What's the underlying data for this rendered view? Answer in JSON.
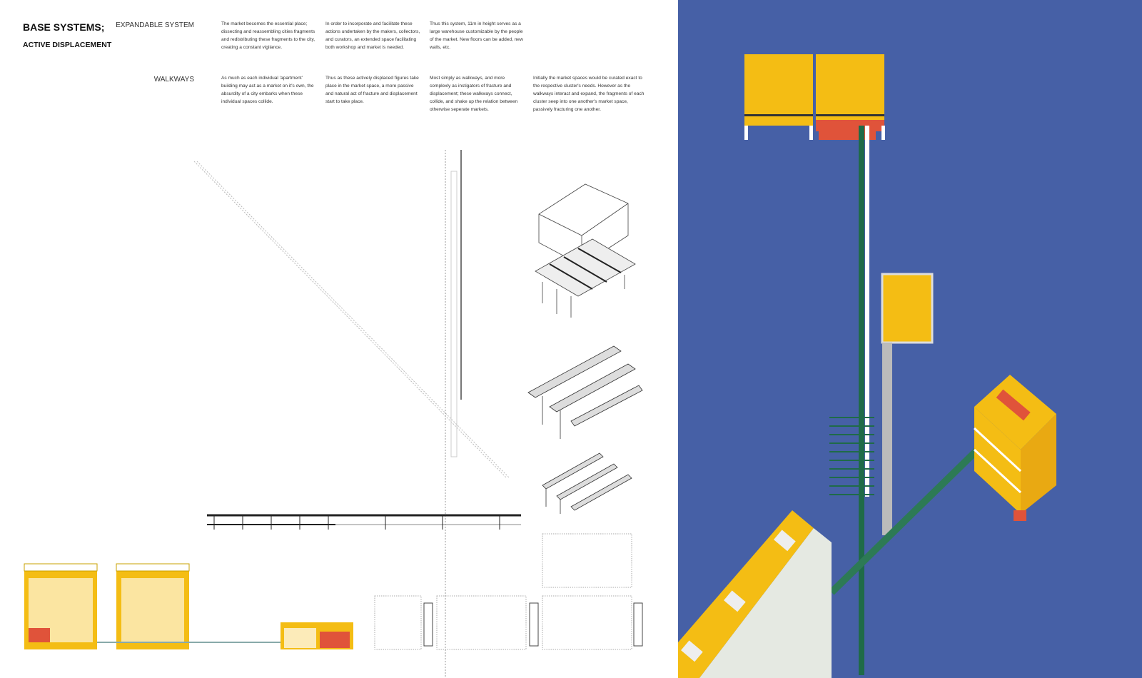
{
  "header": {
    "title": "BASE SYSTEMS;",
    "subtitle": "ACTIVE DISPLACEMENT"
  },
  "sections": [
    {
      "label": "EXPANDABLE SYSTEM",
      "paragraphs": [
        "The market becomes the essential place; dissecting and reassembling cities fragments and redistributing these fragments to the city, creating a constant vigilance.",
        "In order to incorporate and facilitate these actions undertaken by the makers, collectors, and curators, an extended space facilitating both workshop and market is needed.",
        "Thus this system, 11m in height serves as a large warehouse customizable by the people of the market. New floors can be added, new walls, etc."
      ]
    },
    {
      "label": "WALKWAYS",
      "paragraphs": [
        "As much as each individual 'apartment' building may act as a market on it's own, the absurdity of a city embarks when these individual spaces collide.",
        "Thus as these actively displaced figures take place in the market space, a more passive and natural act of fracture and displacement start to take place.",
        "Most simply as walkways, and more complexly as instigators of fracture and displacement; these walkways connect, collide, and shake up the relation between otherwise seperate markets.",
        "Initially the market spaces would be curated exact to the respective cluster's needs. However as the walkways interact and expand, the fragments of each cluster seep into one another's market space, passively fracturing one another."
      ]
    }
  ],
  "colors": {
    "background_right": "#4660a6",
    "yellow": "#f4bd14",
    "red": "#e0533a",
    "green": "#1f6b48"
  }
}
